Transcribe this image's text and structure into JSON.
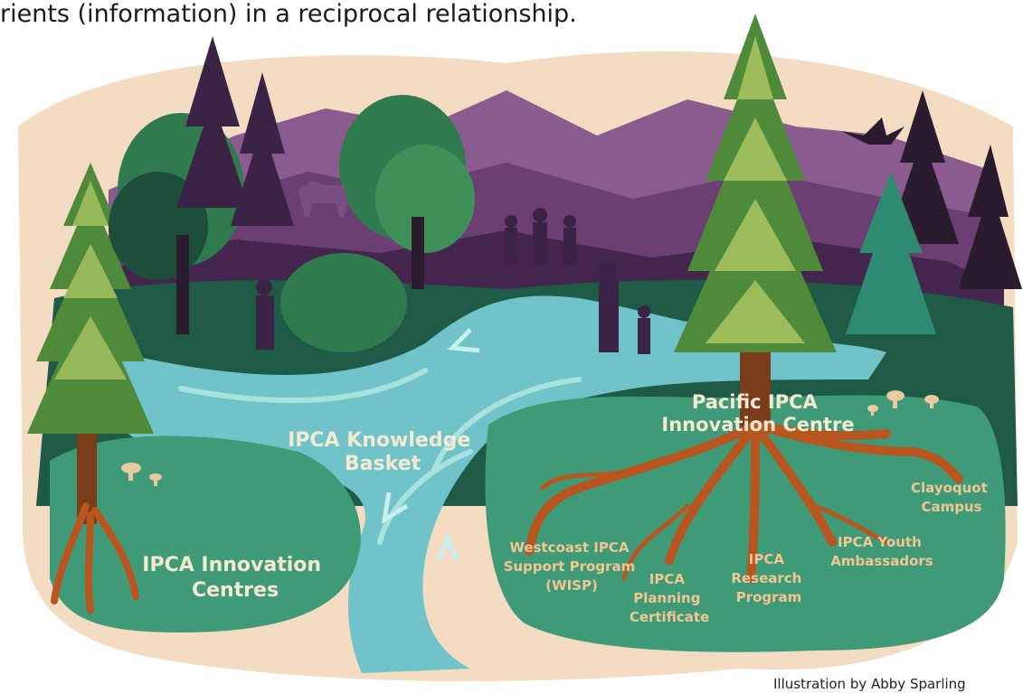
{
  "caption": "rients (information) in a reciprocal relationship.",
  "credit": "Illustration by Abby Sparling",
  "labels": {
    "knowledge_basket": [
      "IPCA Knowledge",
      "Basket"
    ],
    "innovation_centres": [
      "IPCA Innovation",
      "Centres"
    ],
    "pacific_centre": [
      "Pacific IPCA",
      "Innovation Centre"
    ],
    "wisp": [
      "Westcoast IPCA",
      "Support Program",
      "(WISP)"
    ],
    "planning": [
      "IPCA",
      "Planning",
      "Certificate"
    ],
    "research": [
      "IPCA",
      "Research",
      "Program"
    ],
    "youth": [
      "IPCA Youth",
      "Ambassadors"
    ],
    "clayoquot": [
      "Clayoquot",
      "Campus"
    ]
  },
  "colors": {
    "sand": "#f4dcc3",
    "mountain_far": "#8a5b8f",
    "mountain_mid": "#6c3f72",
    "mountain_dark": "#43254d",
    "ground": "#1f5a46",
    "meadow": "#3f9a78",
    "river": "#6fc3c9",
    "river_light": "#a8e2df",
    "roots": "#b9561f",
    "tree_dark": "#1d4e3a",
    "tree_mid": "#2f7a4e",
    "tree_light": "#b8cd6a"
  }
}
